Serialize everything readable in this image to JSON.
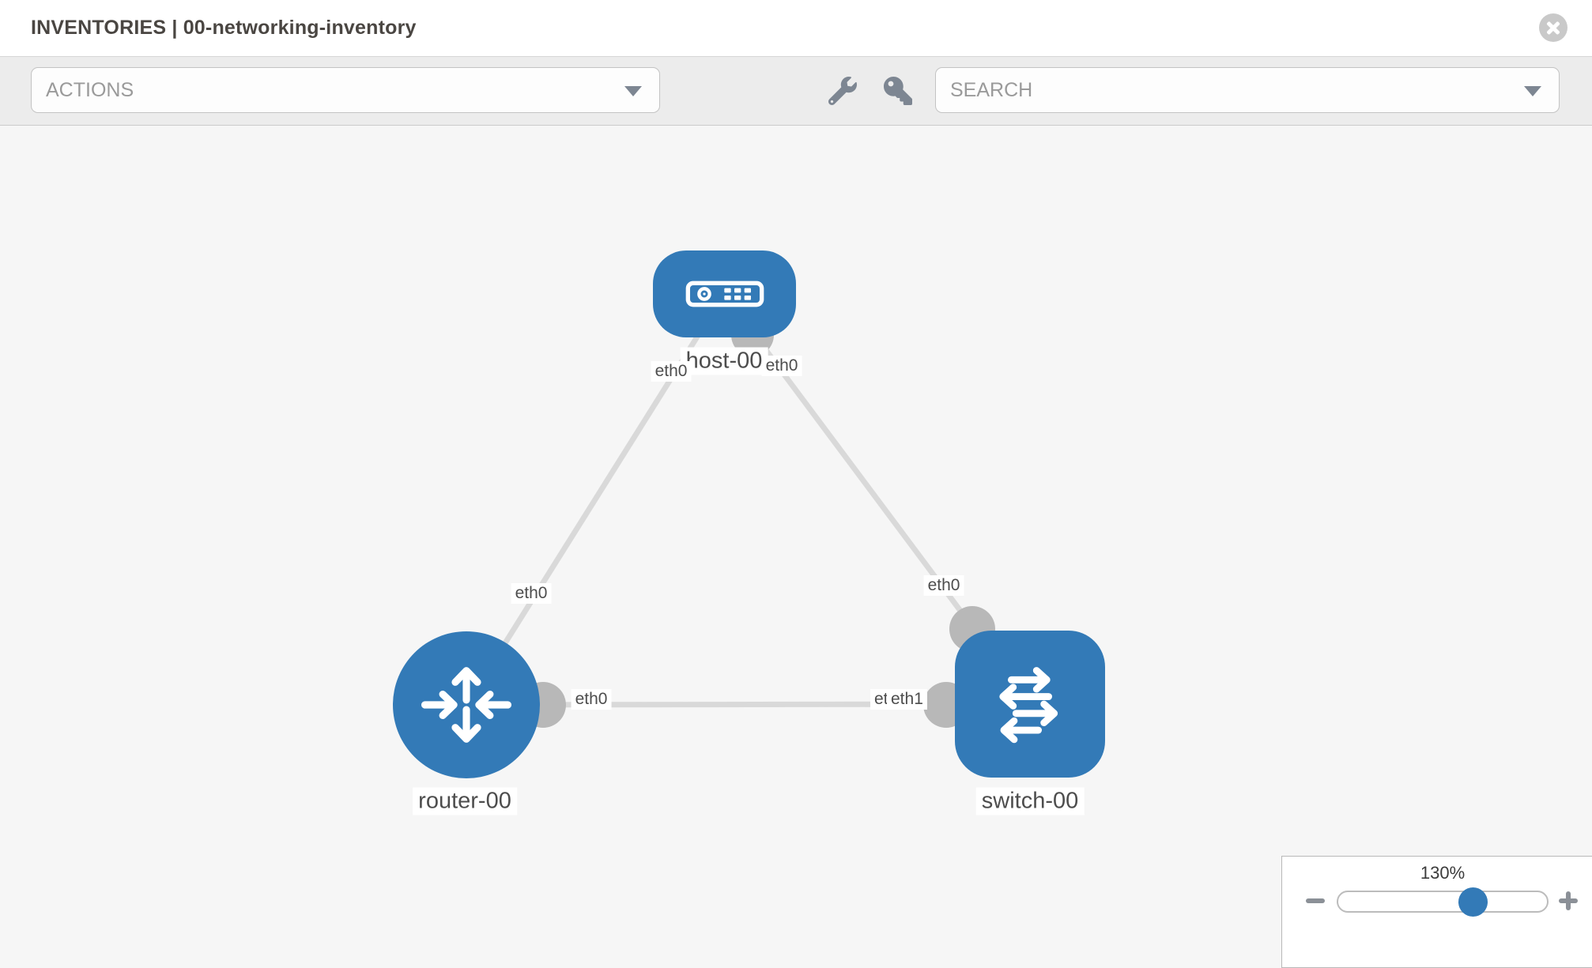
{
  "header": {
    "title": "INVENTORIES | 00-networking-inventory"
  },
  "toolbar": {
    "actions_placeholder": "ACTIONS",
    "search_placeholder": "SEARCH",
    "icons": [
      "wrench-icon",
      "key-icon"
    ]
  },
  "topology": {
    "nodes": [
      {
        "name": "host-00",
        "type": "host"
      },
      {
        "name": "router-00",
        "type": "router"
      },
      {
        "name": "switch-00",
        "type": "switch"
      }
    ],
    "links": [
      {
        "from": "host-00",
        "from_iface": "eth0",
        "to": "router-00",
        "to_iface": "eth0"
      },
      {
        "from": "host-00",
        "from_iface": "eth0",
        "to": "switch-00",
        "to_iface": "eth0"
      },
      {
        "from": "router-00",
        "from_iface": "eth0",
        "to": "switch-00",
        "to_iface": "eth1"
      }
    ],
    "iface_labels": {
      "host_router_at_host": "eth0",
      "host_router_at_router": "eth0",
      "host_switch_at_host": "eth0",
      "host_switch_at_switch": "eth0",
      "router_switch_at_router": "eth0",
      "router_switch_at_switch_under": "eth0",
      "router_switch_at_switch": "eth1"
    }
  },
  "zoom_control": {
    "value": "130%"
  },
  "colors": {
    "node_blue": "#337ab7",
    "port_gray": "#b8b8b8",
    "link_gray": "#d9d9d9",
    "icon_gray": "#7d8692"
  }
}
